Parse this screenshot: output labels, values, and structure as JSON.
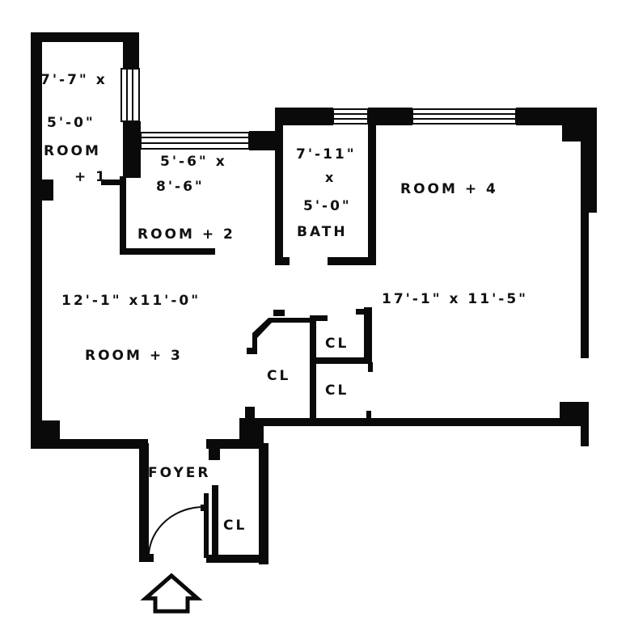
{
  "rooms": {
    "room1": {
      "dims_a": "7'-7\" x",
      "dims_b": "5'-0\"",
      "label_a": "ROOM",
      "label_b": "+ 1"
    },
    "room2": {
      "dims_a": "5'-6\" x",
      "dims_b": "8'-6\"",
      "label": "ROOM + 2"
    },
    "bath": {
      "dims_a": "7'-11\"",
      "dims_x": "x",
      "dims_b": "5'-0\"",
      "label": "BATH"
    },
    "room3": {
      "dims": "12'-1\" x11'-0\"",
      "label": "ROOM + 3"
    },
    "room4": {
      "dims": "17'-1\" x 11'-5\"",
      "label": "ROOM + 4"
    },
    "closets": {
      "cl1": "CL",
      "cl2": "CL",
      "cl3": "CL",
      "cl4": "CL"
    },
    "foyer": {
      "label": "FOYER"
    }
  },
  "icons": {
    "entry": "entry-arrow-icon"
  },
  "colors": {
    "ink": "#0a0a0a",
    "paper": "#ffffff"
  }
}
